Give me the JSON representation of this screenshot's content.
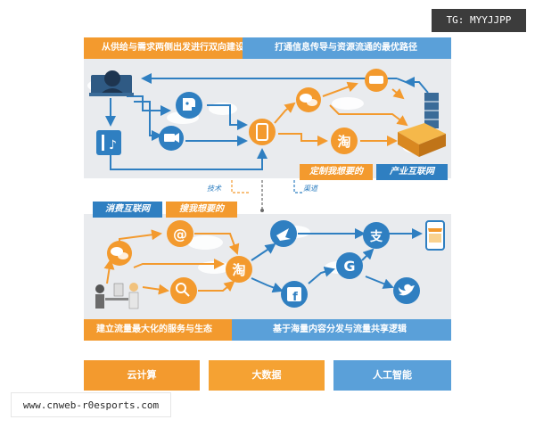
{
  "watermark_top": "TG: MYYJJPP",
  "watermark_bottom": "www.cnweb-r0esports.com",
  "top_section": {
    "header_left": "从供给与需求两侧出发进行双向建设",
    "header_right": "打通信息传导与资源流通的最优路径",
    "badge_custom": "定制我想要的",
    "badge_industrial": "产业互联网",
    "label_tech": "技术",
    "label_source": "渠道"
  },
  "bottom_section": {
    "badge_consumer": "消费互联网",
    "badge_find": "搜我想要的",
    "footer_left": "建立流量最大化的服务与生态",
    "footer_right": "基于海量内容分发与流量共享逻辑"
  },
  "pillars": [
    {
      "label": "云计算",
      "color": "#f39a2e"
    },
    {
      "label": "大数据",
      "color": "#f5a233"
    },
    {
      "label": "人工智能",
      "color": "#5aa0d9"
    }
  ],
  "icons": {
    "taobao_glyph": "淘",
    "alipay_glyph": "支",
    "at_glyph": "@",
    "google_glyph": "G",
    "facebook_glyph": "f"
  },
  "colors": {
    "orange": "#f39a2e",
    "blue": "#2f7fc1",
    "light_blue": "#5aa0d9",
    "panel": "#e9ebee"
  }
}
